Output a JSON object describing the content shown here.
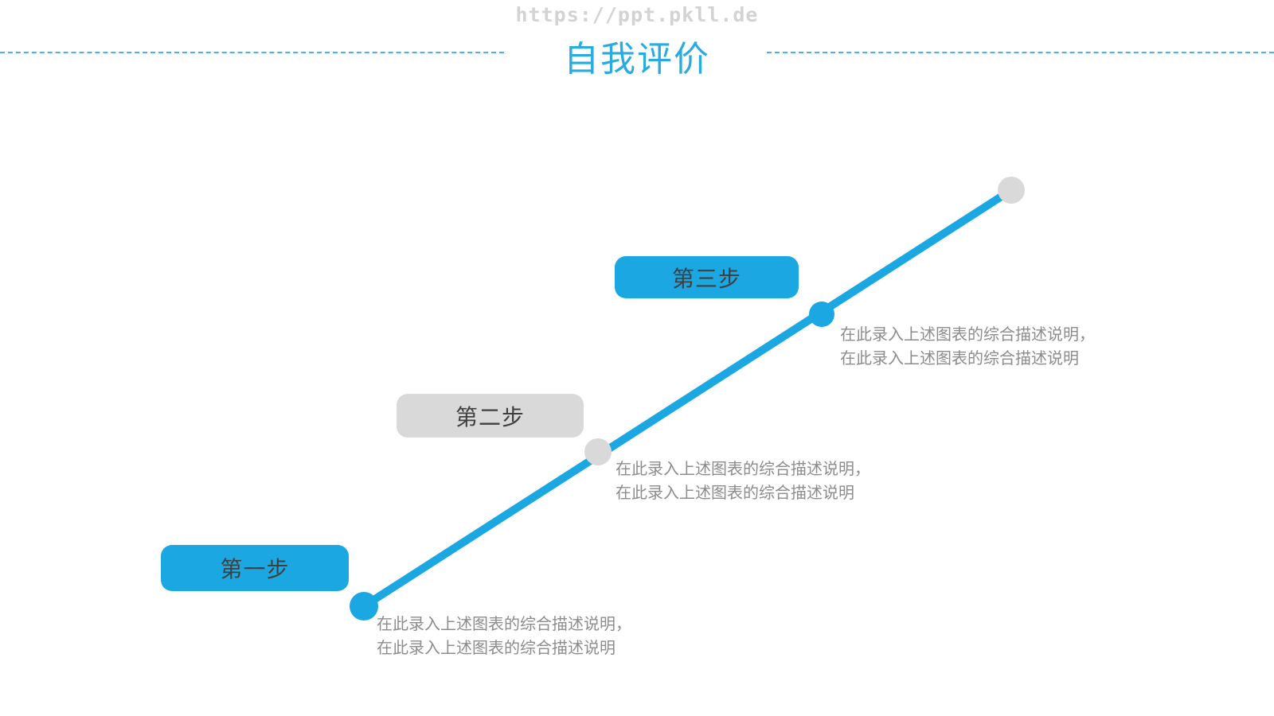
{
  "watermark": {
    "text": "https://ppt.pkll.de"
  },
  "header": {
    "title": "自我评价"
  },
  "colors": {
    "accent": "#1ba8e2",
    "gray": "#d9d9d9",
    "title": "#29abe2",
    "box_text": "#3f3f3f",
    "desc": "#8c8c8c",
    "dash": "#45b4e6",
    "watermark": "#d3d3d3"
  },
  "steps": [
    {
      "label": "第一步",
      "variant": "blue",
      "desc_line1": "在此录入上述图表的综合描述说明，",
      "desc_line2": "在此录入上述图表的综合描述说明"
    },
    {
      "label": "第二步",
      "variant": "gray",
      "desc_line1": "在此录入上述图表的综合描述说明，",
      "desc_line2": "在此录入上述图表的综合描述说明"
    },
    {
      "label": "第三步",
      "variant": "blue",
      "desc_line1": "在此录入上述图表的综合描述说明，",
      "desc_line2": "在此录入上述图表的综合描述说明"
    }
  ],
  "timeline": {
    "markers": [
      {
        "step": 1,
        "variant": "blue"
      },
      {
        "step": 2,
        "variant": "gray"
      },
      {
        "step": 3,
        "variant": "blue"
      }
    ],
    "end_marker": {
      "variant": "gray"
    }
  }
}
